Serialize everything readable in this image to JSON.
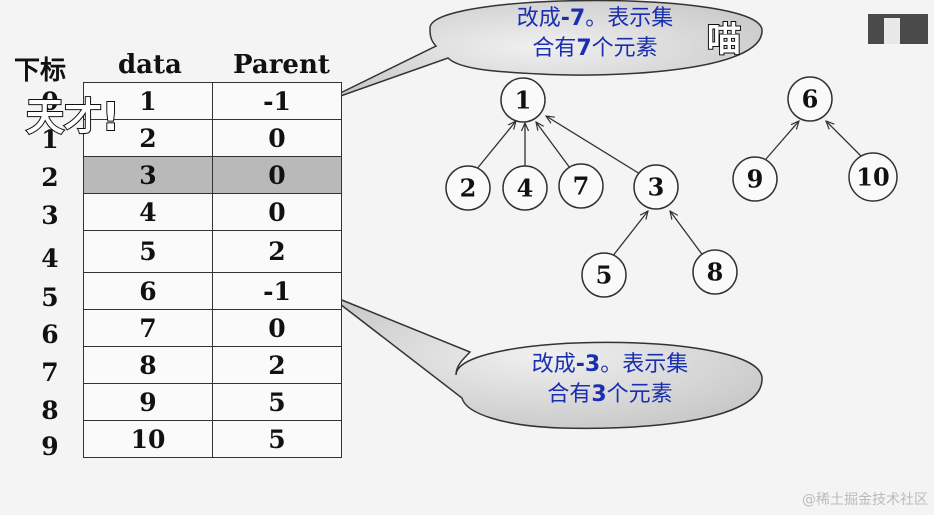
{
  "table": {
    "headers": {
      "index": "下标",
      "data": "data",
      "parent": "Parent"
    },
    "rows": [
      {
        "index": "0",
        "data": "1",
        "parent": "-1",
        "highlight": false
      },
      {
        "index": "1",
        "data": "2",
        "parent": "0",
        "highlight": false
      },
      {
        "index": "2",
        "data": "3",
        "parent": "0",
        "highlight": true
      },
      {
        "index": "3",
        "data": "4",
        "parent": "0",
        "highlight": false
      },
      {
        "index": "4",
        "data": "5",
        "parent": "2",
        "highlight": false
      },
      {
        "index": "5",
        "data": "6",
        "parent": "-1",
        "highlight": false
      },
      {
        "index": "6",
        "data": "7",
        "parent": "0",
        "highlight": false
      },
      {
        "index": "7",
        "data": "8",
        "parent": "2",
        "highlight": false
      },
      {
        "index": "8",
        "data": "9",
        "parent": "5",
        "highlight": false
      },
      {
        "index": "9",
        "data": "10",
        "parent": "5",
        "highlight": false
      }
    ]
  },
  "callouts": {
    "top": {
      "pre": "改成",
      "value": "-7",
      "post": "。表示集",
      "line2_pre": "合有",
      "line2_value": "7",
      "line2_post": "个元素"
    },
    "bottom": {
      "pre": "改成",
      "value": "-3",
      "post": "。表示集",
      "line2_pre": "合有",
      "line2_value": "3",
      "line2_post": "个元素"
    }
  },
  "tree": {
    "nodes": [
      "1",
      "2",
      "4",
      "7",
      "3",
      "5",
      "8",
      "6",
      "9",
      "10"
    ]
  },
  "overlays": {
    "tiancai": "天才!",
    "miao": "喵"
  },
  "watermark": "@稀土掘金技术社区"
}
